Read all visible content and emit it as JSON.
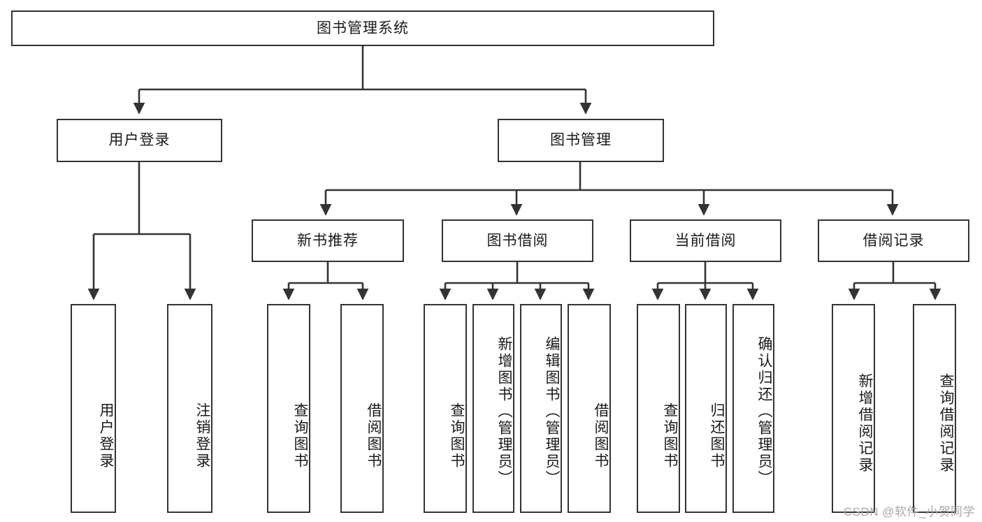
{
  "diagram": {
    "title": "图书管理系统",
    "root": {
      "label": "图书管理系统"
    },
    "level1": [
      {
        "label": "用户登录"
      },
      {
        "label": "图书管理"
      }
    ],
    "level2": [
      {
        "label": "新书推荐"
      },
      {
        "label": "图书借阅"
      },
      {
        "label": "当前借阅"
      },
      {
        "label": "借阅记录"
      }
    ],
    "leaves": [
      {
        "label": "用户登录"
      },
      {
        "label": "注销登录"
      },
      {
        "label": "查询图书"
      },
      {
        "label": "借阅图书"
      },
      {
        "label": "查询图书"
      },
      {
        "label": "新增图书（管理员）"
      },
      {
        "label": "编辑图书（管理员）"
      },
      {
        "label": "借阅图书"
      },
      {
        "label": "查询图书"
      },
      {
        "label": "归还图书"
      },
      {
        "label": "确认归还（管理员）"
      },
      {
        "label": "新增借阅记录"
      },
      {
        "label": "查询借阅记录"
      }
    ],
    "watermark": "CSDN @软件_小贺同学",
    "colors": {
      "stroke": "#333333",
      "background": "#ffffff",
      "text": "#1a1a1a",
      "watermark": "#a8a8a8"
    }
  }
}
